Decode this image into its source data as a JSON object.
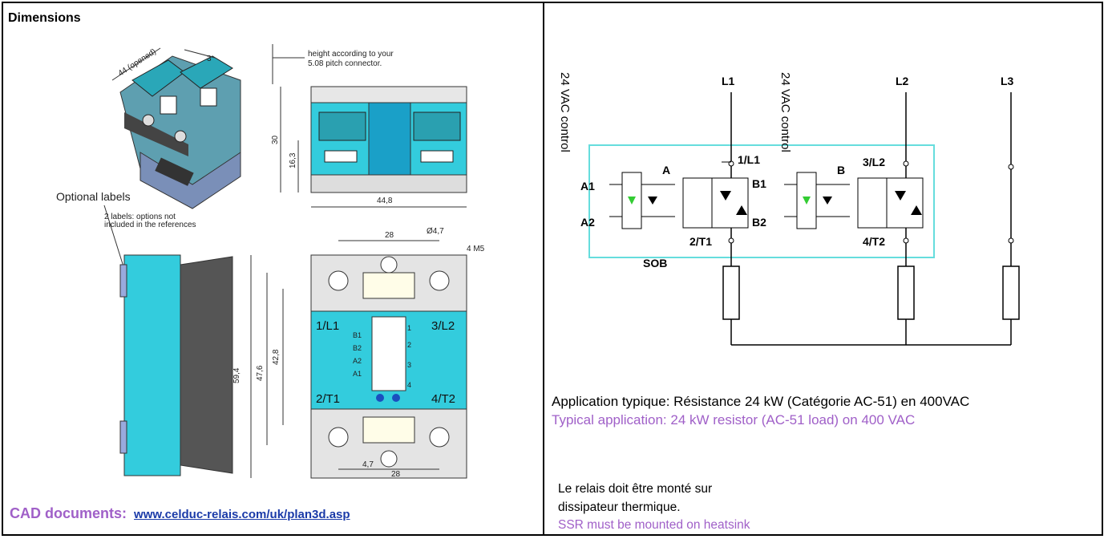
{
  "left_panel": {
    "title": "Dimensions",
    "top_note_line1": "height according to your",
    "top_note_line2": "5.08 pitch connector.",
    "dim_44_open": "44 (opened)",
    "dim_3": "3",
    "dim_30": "30",
    "dim_16_3": "16,3",
    "dim_44_8": "44,8",
    "optional_labels": "Optional labels",
    "labels_note_line1": "2 labels: options not",
    "labels_note_line2": "included in the references",
    "dim_28_top": "28",
    "dim_hole": "Ø4,7",
    "dim_4m5": "4 M5",
    "dim_59_4": "59,4",
    "dim_47_6": "47,6",
    "dim_42_8": "42,8",
    "term_1l1": "1/L1",
    "term_3l2": "3/L2",
    "term_2t1": "2/T1",
    "term_4t2": "4/T2",
    "connector_pins": [
      "B1",
      "B2",
      "A2",
      "A1"
    ],
    "connector_nums": [
      "1",
      "2",
      "3",
      "4"
    ],
    "dim_4_7": "4,7",
    "dim_28_bottom": "28",
    "cad_label": "CAD documents:",
    "cad_link": "www.celduc-relais.com/uk/plan3d.asp"
  },
  "right_panel": {
    "control_a": "24 VAC control",
    "control_b": "24 VAC control",
    "l1": "L1",
    "l2": "L2",
    "l3": "L3",
    "t_1l1": "1/L1",
    "t_2t1": "2/T1",
    "t_3l2": "3/L2",
    "t_4t2": "4/T2",
    "a": "A",
    "b": "B",
    "a1": "A1",
    "a2": "A2",
    "b1": "B1",
    "b2": "B2",
    "sob": "SOB",
    "app_fr": "Application typique: Résistance 24 kW (Catégorie AC-51) en 400VAC",
    "app_en": "Typical application: 24 kW resistor (AC-51 load) on 400 VAC",
    "sink_fr_line1": "Le relais doit être monté sur",
    "sink_fr_line2": "dissipateur thermique.",
    "sink_en": "SSR must be mounted on heatsink"
  },
  "colors": {
    "body_cyan": "#33ccdd",
    "sob_box": "#66dddd",
    "purple_text": "#a060c8",
    "link_blue": "#1a3aa8",
    "led_green": "#33cc33"
  }
}
